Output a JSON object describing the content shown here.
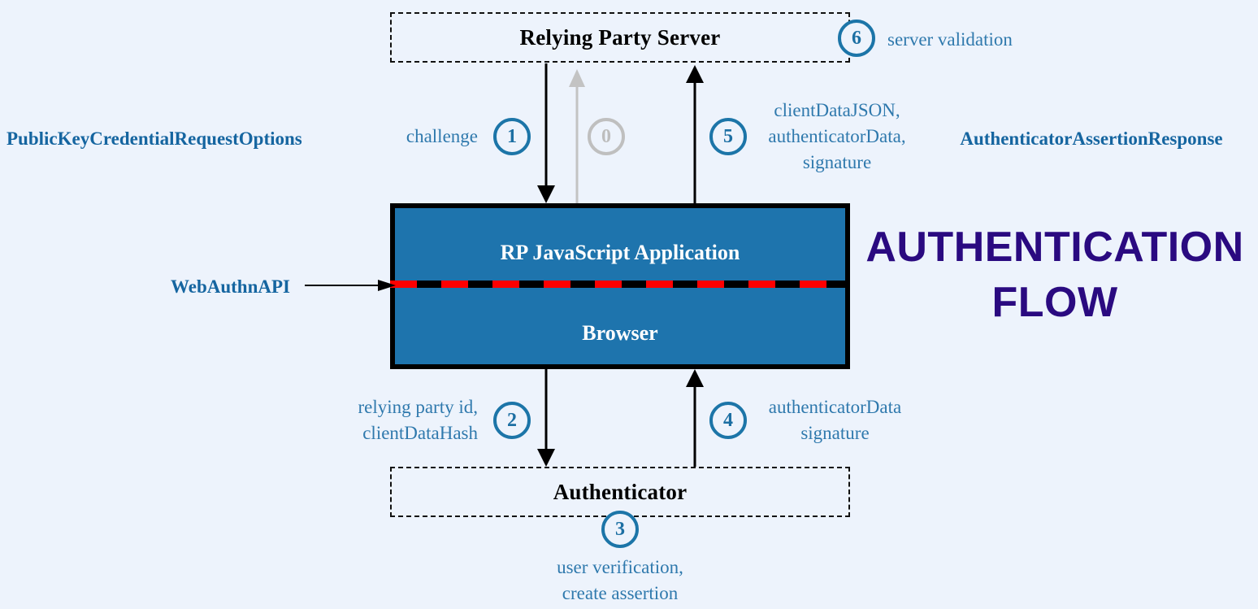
{
  "diagram": {
    "title": "AUTHENTICATION FLOW",
    "background_color": "#edf3fc",
    "accent_color": "#1e74ad",
    "badge_color": "#1c75a8",
    "title_color": "#2a0a80",
    "boundary_color": "#ff0000"
  },
  "nodes": {
    "relying_party_server": "Relying Party Server",
    "rp_javascript_application": "RP JavaScript Application",
    "browser": "Browser",
    "authenticator": "Authenticator"
  },
  "api_boundary": {
    "label": "WebAuthnAPI"
  },
  "side_labels": {
    "left": "PublicKeyCredentialRequestOptions",
    "right": "AuthenticatorAssertionResponse"
  },
  "steps": [
    {
      "number": "0",
      "label": "",
      "state": "muted"
    },
    {
      "number": "1",
      "label": "challenge",
      "state": "active"
    },
    {
      "number": "2",
      "label": "relying party id,\nclientDataHash",
      "state": "active"
    },
    {
      "number": "3",
      "label": "user verification,\ncreate assertion",
      "state": "active"
    },
    {
      "number": "4",
      "label": "authenticatorData\nsignature",
      "state": "active"
    },
    {
      "number": "5",
      "label": "clientDataJSON,\nauthenticatorData,\nsignature",
      "state": "active"
    },
    {
      "number": "6",
      "label": "server validation",
      "state": "active"
    }
  ]
}
